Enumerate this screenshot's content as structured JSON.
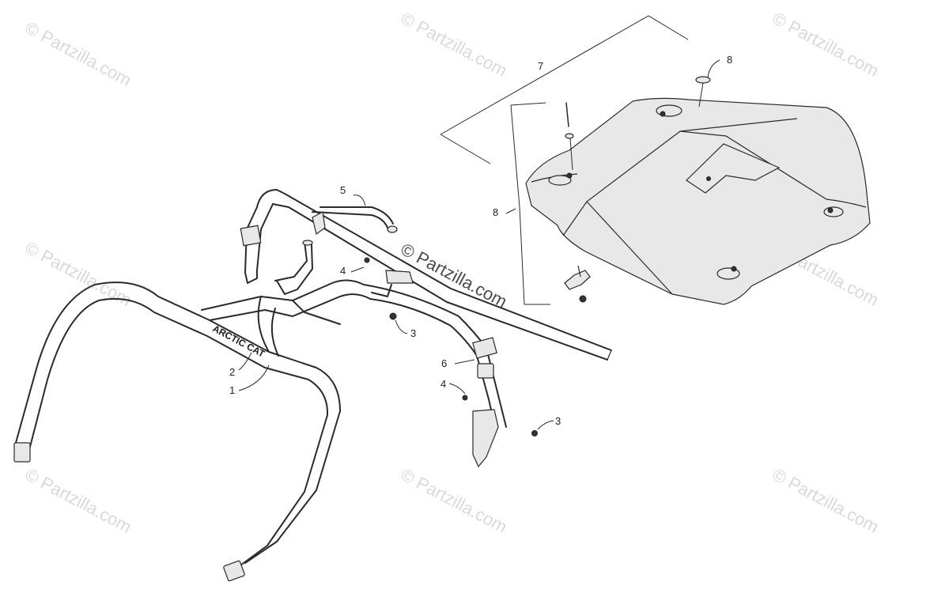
{
  "watermark": {
    "corner_text": "© Partzilla.com",
    "center_text": "© Partzilla.com"
  },
  "brand_decal": "ARCTIC CAT",
  "callouts": {
    "c1": "1",
    "c2": "2",
    "c3a": "3",
    "c3b": "3",
    "c4a": "4",
    "c4b": "4",
    "c5": "5",
    "c6": "6",
    "c7": "7",
    "c8a": "8",
    "c8b": "8"
  }
}
